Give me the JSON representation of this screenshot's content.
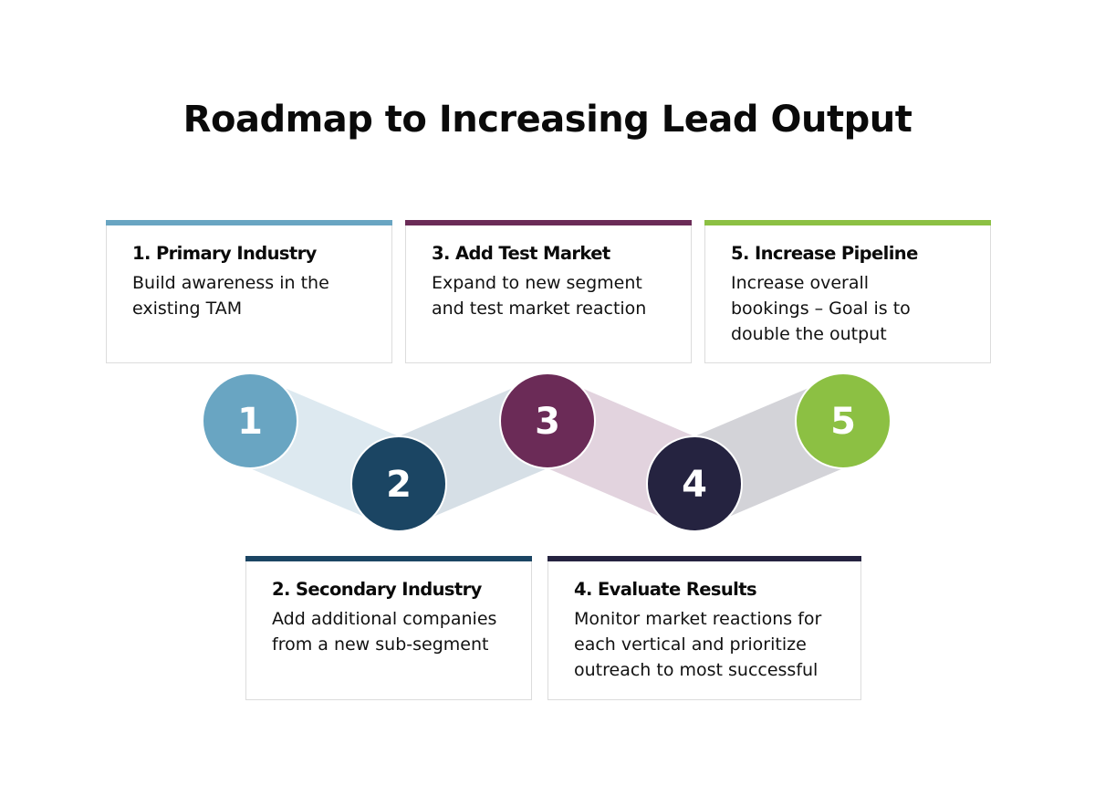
{
  "title": "Roadmap to Increasing Lead Output",
  "steps": [
    {
      "number": "1",
      "heading": "1. Primary Industry",
      "lines": [
        "Build awareness in the",
        "existing TAM"
      ],
      "color": "#69a5c2"
    },
    {
      "number": "2",
      "heading": "2. Secondary Industry",
      "lines": [
        "Add additional companies",
        "from a new sub-segment"
      ],
      "color": "#1b4563"
    },
    {
      "number": "3",
      "heading": "3. Add Test Market",
      "lines": [
        "Expand to new segment",
        "and test market reaction"
      ],
      "color": "#6b2b57"
    },
    {
      "number": "4",
      "heading": "4. Evaluate Results",
      "lines": [
        "Monitor market reactions for",
        "each vertical and prioritize",
        "outreach to most successful"
      ],
      "color": "#252340"
    },
    {
      "number": "5",
      "heading": "5. Increase Pipeline",
      "lines": [
        "Increase overall",
        "bookings – Goal is to",
        "double the output"
      ],
      "color": "#8cc043"
    }
  ],
  "connector_colors": [
    "#dde9f0",
    "#d6dfe6",
    "#e2d3de",
    "#d3d3d8"
  ]
}
